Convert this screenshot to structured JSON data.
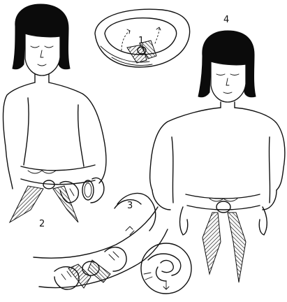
{
  "steps": [
    {
      "label": "1"
    },
    {
      "label": "2"
    },
    {
      "label": "3"
    },
    {
      "label": "4"
    }
  ],
  "colors": {
    "ink": "#111111",
    "paper": "#ffffff"
  }
}
